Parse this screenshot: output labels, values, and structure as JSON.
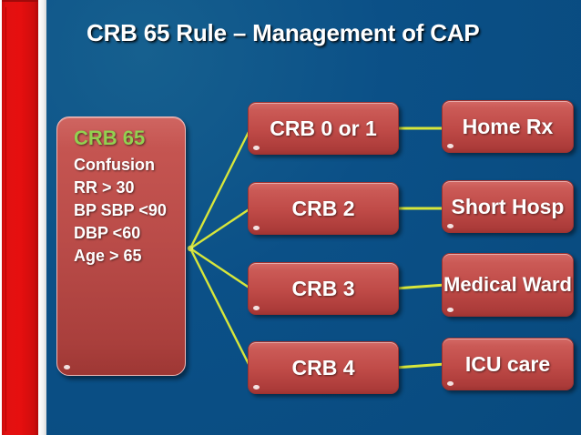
{
  "slide": {
    "title": "CRB 65 Rule – Management of CAP",
    "background_color": "#0B5087",
    "accent_box_color": "#C0504D",
    "connector_color": "#D7E63B",
    "highlight_text_color": "#92D050",
    "left_bar_color": "#E20F0F"
  },
  "criteria_panel": {
    "heading": "CRB 65",
    "items": [
      {
        "label": "Confusion"
      },
      {
        "label": "RR > 30"
      },
      {
        "label": "BP SBP <90"
      },
      {
        "label": "DBP <60"
      },
      {
        "label": "Age > 65"
      }
    ]
  },
  "flow": {
    "scores": [
      {
        "label": "CRB  0 or 1"
      },
      {
        "label": "CRB  2"
      },
      {
        "label": "CRB  3"
      },
      {
        "label": "CRB 4"
      }
    ],
    "managements": [
      {
        "label": "Home Rx"
      },
      {
        "label": "Short Hosp"
      },
      {
        "label": "Medical Ward"
      },
      {
        "label": "ICU care"
      }
    ]
  }
}
